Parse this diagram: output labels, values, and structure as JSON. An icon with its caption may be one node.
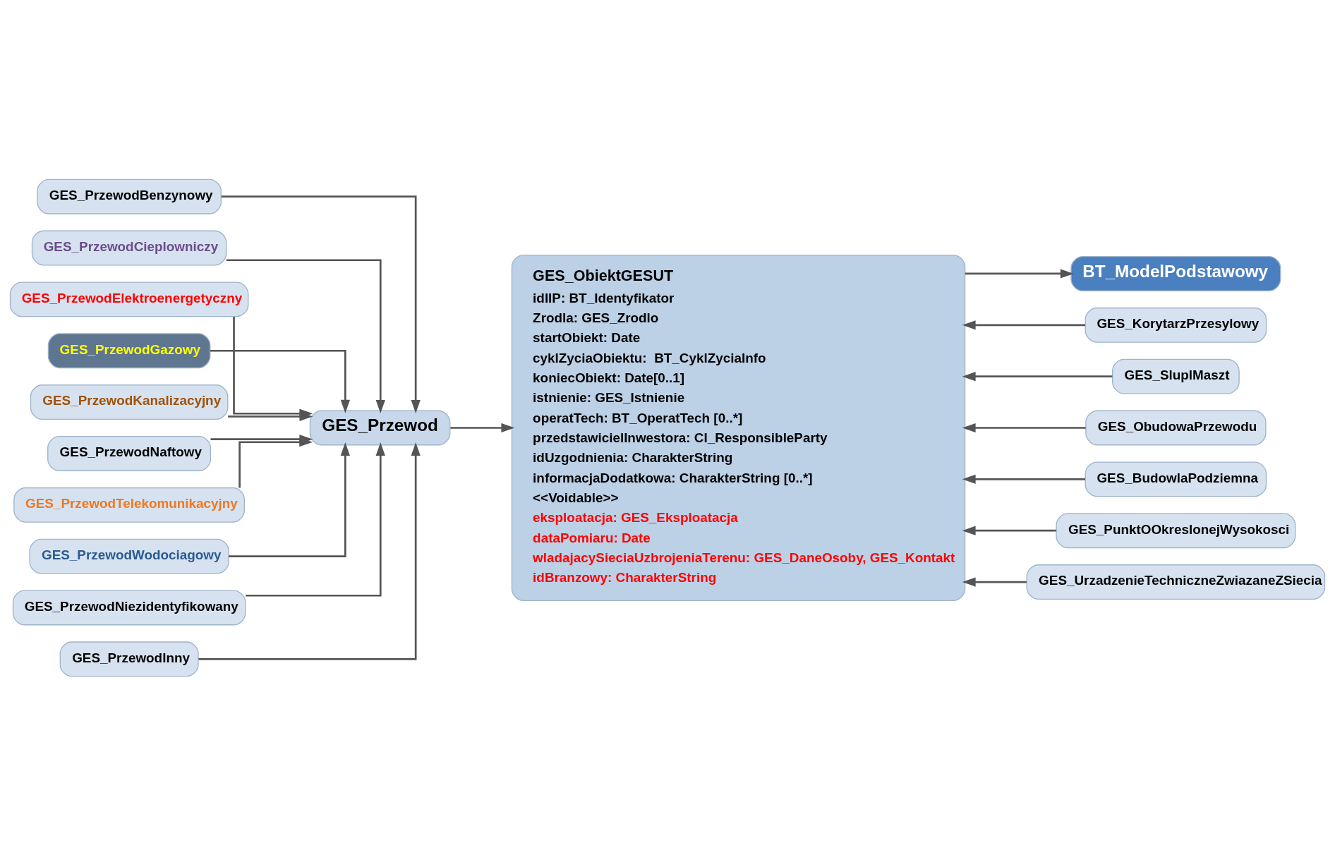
{
  "diagram": {
    "nodes": [
      {
        "text": [
          "BT_ModelPodstawowy"
        ]
      },
      {
        "text": [
          "GES_ObiektGESUT",
          "idIIP: BT_Identyfikator",
          "Zrodla: GES_Zrodlo",
          "startObiekt: Date",
          "cyklZyciaObiektu:  BT_CyklZyciaInfo",
          "koniecObiekt: Date[0..1]",
          "istnienie: GES_Istnienie",
          "operatTech: BT_OperatTech [0..*]",
          "przedstawicielInwestora: CI_ResponsibleParty",
          "idUzgodnienia: CharakterString",
          "informacjaDodatkowa: CharakterString [0..*]",
          "<<Voidable>>",
          "eksploatacja: GES_Eksploatacja",
          "dataPomiaru: Date",
          "wladajacySieciaUzbrojeniaTerenu: GES_DaneOsoby, GES_Kontakt",
          "idBranzowy: CharakterString"
        ]
      },
      {
        "text": [
          "GES_PrzewodBenzynowy"
        ]
      },
      {
        "text": [
          "GES_PrzewodCieplowniczy"
        ]
      },
      {
        "text": [
          "GES_PrzewodElektroenergetyczny"
        ]
      },
      {
        "text": [
          "GES_PrzewodGazowy"
        ]
      },
      {
        "text": [
          "GES_PrzewodKanalizacyjny"
        ]
      },
      {
        "text": [
          "GES_PrzewodNaftowy"
        ]
      },
      {
        "text": [
          "GES_PrzewodTelekomunikacyjny"
        ]
      },
      {
        "text": [
          "GES_PrzewodWodociagowy"
        ]
      },
      {
        "text": [
          "GES_PrzewodNiezidentyfikowany"
        ]
      },
      {
        "text": [
          "GES_PrzewodInny"
        ]
      },
      {
        "text": [
          "GES_Przewod"
        ]
      },
      {
        "text": [
          "GES_KorytarzPrzesylowy"
        ]
      },
      {
        "text": [
          "GES_SlupIMaszt"
        ]
      },
      {
        "text": [
          "GES_ObudowaPrzewodu"
        ]
      },
      {
        "text": [
          "GES_BudowlaPodziemna"
        ]
      },
      {
        "text": [
          "GES_PunktOOkreslonejWysokosci"
        ]
      },
      {
        "text": [
          "GES_UrzadzenieTechniczneZwiazaneZSiecia"
        ]
      }
    ],
    "edges": [
      {
        "from": 1,
        "to": 0,
        "arrow": "to"
      },
      {
        "from": 2,
        "to": 12,
        "arrow": "to"
      },
      {
        "from": 3,
        "to": 12,
        "arrow": "to"
      },
      {
        "from": 4,
        "to": 12,
        "arrow": "to"
      },
      {
        "from": 5,
        "to": 12,
        "arrow": "to"
      },
      {
        "from": 6,
        "to": 12,
        "arrow": "to"
      },
      {
        "from": 7,
        "to": 12,
        "arrow": "to"
      },
      {
        "from": 8,
        "to": 12,
        "arrow": "to"
      },
      {
        "from": 9,
        "to": 12,
        "arrow": "to"
      },
      {
        "from": 10,
        "to": 12,
        "arrow": "to"
      },
      {
        "from": 11,
        "to": 12,
        "arrow": "to"
      },
      {
        "from": 12,
        "to": 1,
        "arrow": "to"
      },
      {
        "from": 13,
        "to": 1,
        "arrow": "to"
      },
      {
        "from": 14,
        "to": 1,
        "arrow": "to"
      },
      {
        "from": 15,
        "to": 1,
        "arrow": "to"
      },
      {
        "from": 16,
        "to": 1,
        "arrow": "to"
      },
      {
        "from": 17,
        "to": 1,
        "arrow": "to"
      },
      {
        "from": 18,
        "to": 1,
        "arrow": "to"
      }
    ]
  }
}
